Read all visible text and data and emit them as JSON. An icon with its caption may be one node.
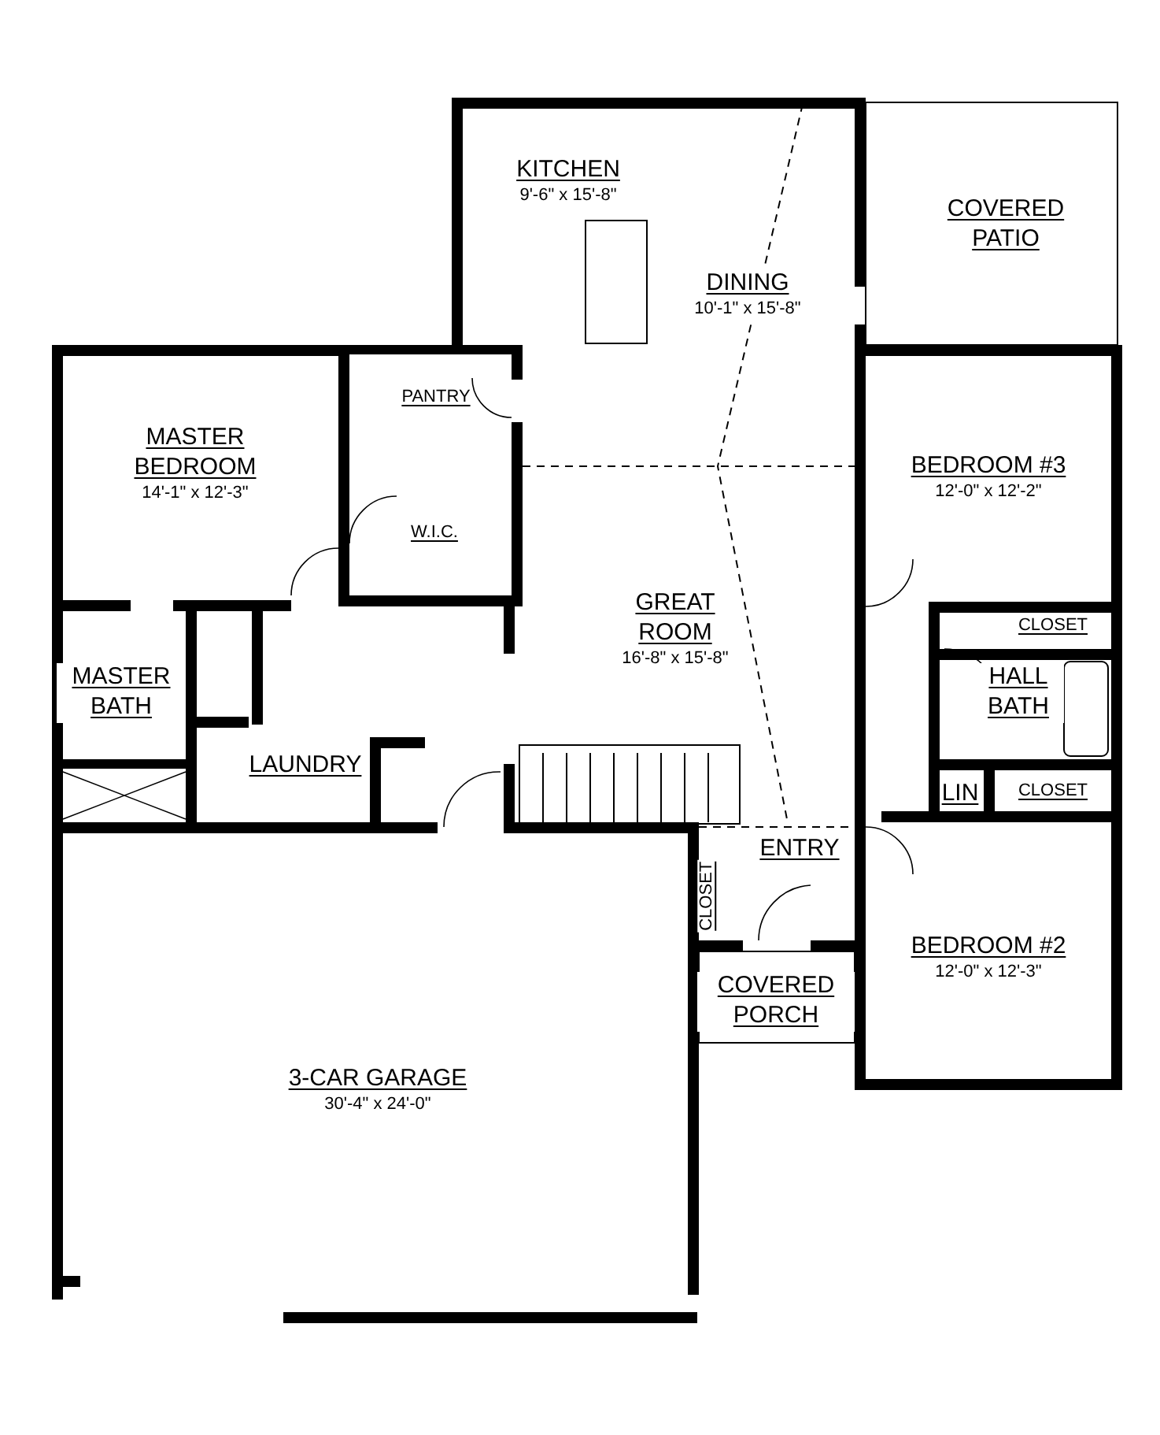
{
  "diagram": {
    "nodes": [
      {
        "text": [
          "KITCHEN",
          "9'-6\" x 15'-8\""
        ]
      },
      {
        "text": [
          "DINING",
          "10'-1\" x 15'-8\""
        ]
      },
      {
        "text": [
          "COVERED PATIO"
        ]
      },
      {
        "text": [
          "PANTRY"
        ]
      },
      {
        "text": [
          "MASTER BEDROOM",
          "14'-1\" x 12'-3\""
        ]
      },
      {
        "text": [
          "W.I.C."
        ]
      },
      {
        "text": [
          "BEDROOM #3",
          "12'-0\" x 12'-2\""
        ]
      },
      {
        "text": [
          "GREAT ROOM",
          "16'-8\" x 15'-8\""
        ]
      },
      {
        "text": [
          "MASTER BATH"
        ]
      },
      {
        "text": [
          "CLOSET"
        ]
      },
      {
        "text": [
          "HALL BATH"
        ]
      },
      {
        "text": [
          "LAUNDRY"
        ]
      },
      {
        "text": [
          "LIN"
        ]
      },
      {
        "text": [
          "CLOSET"
        ]
      },
      {
        "text": [
          "ENTRY"
        ]
      },
      {
        "text": [
          "CLOSET"
        ]
      },
      {
        "text": [
          "BEDROOM #2",
          "12'-0\" x 12'-3\""
        ]
      },
      {
        "text": [
          "COVERED PORCH"
        ]
      },
      {
        "text": [
          "3-CAR GARAGE",
          "30'-4\" x 24'-0\""
        ]
      }
    ]
  }
}
